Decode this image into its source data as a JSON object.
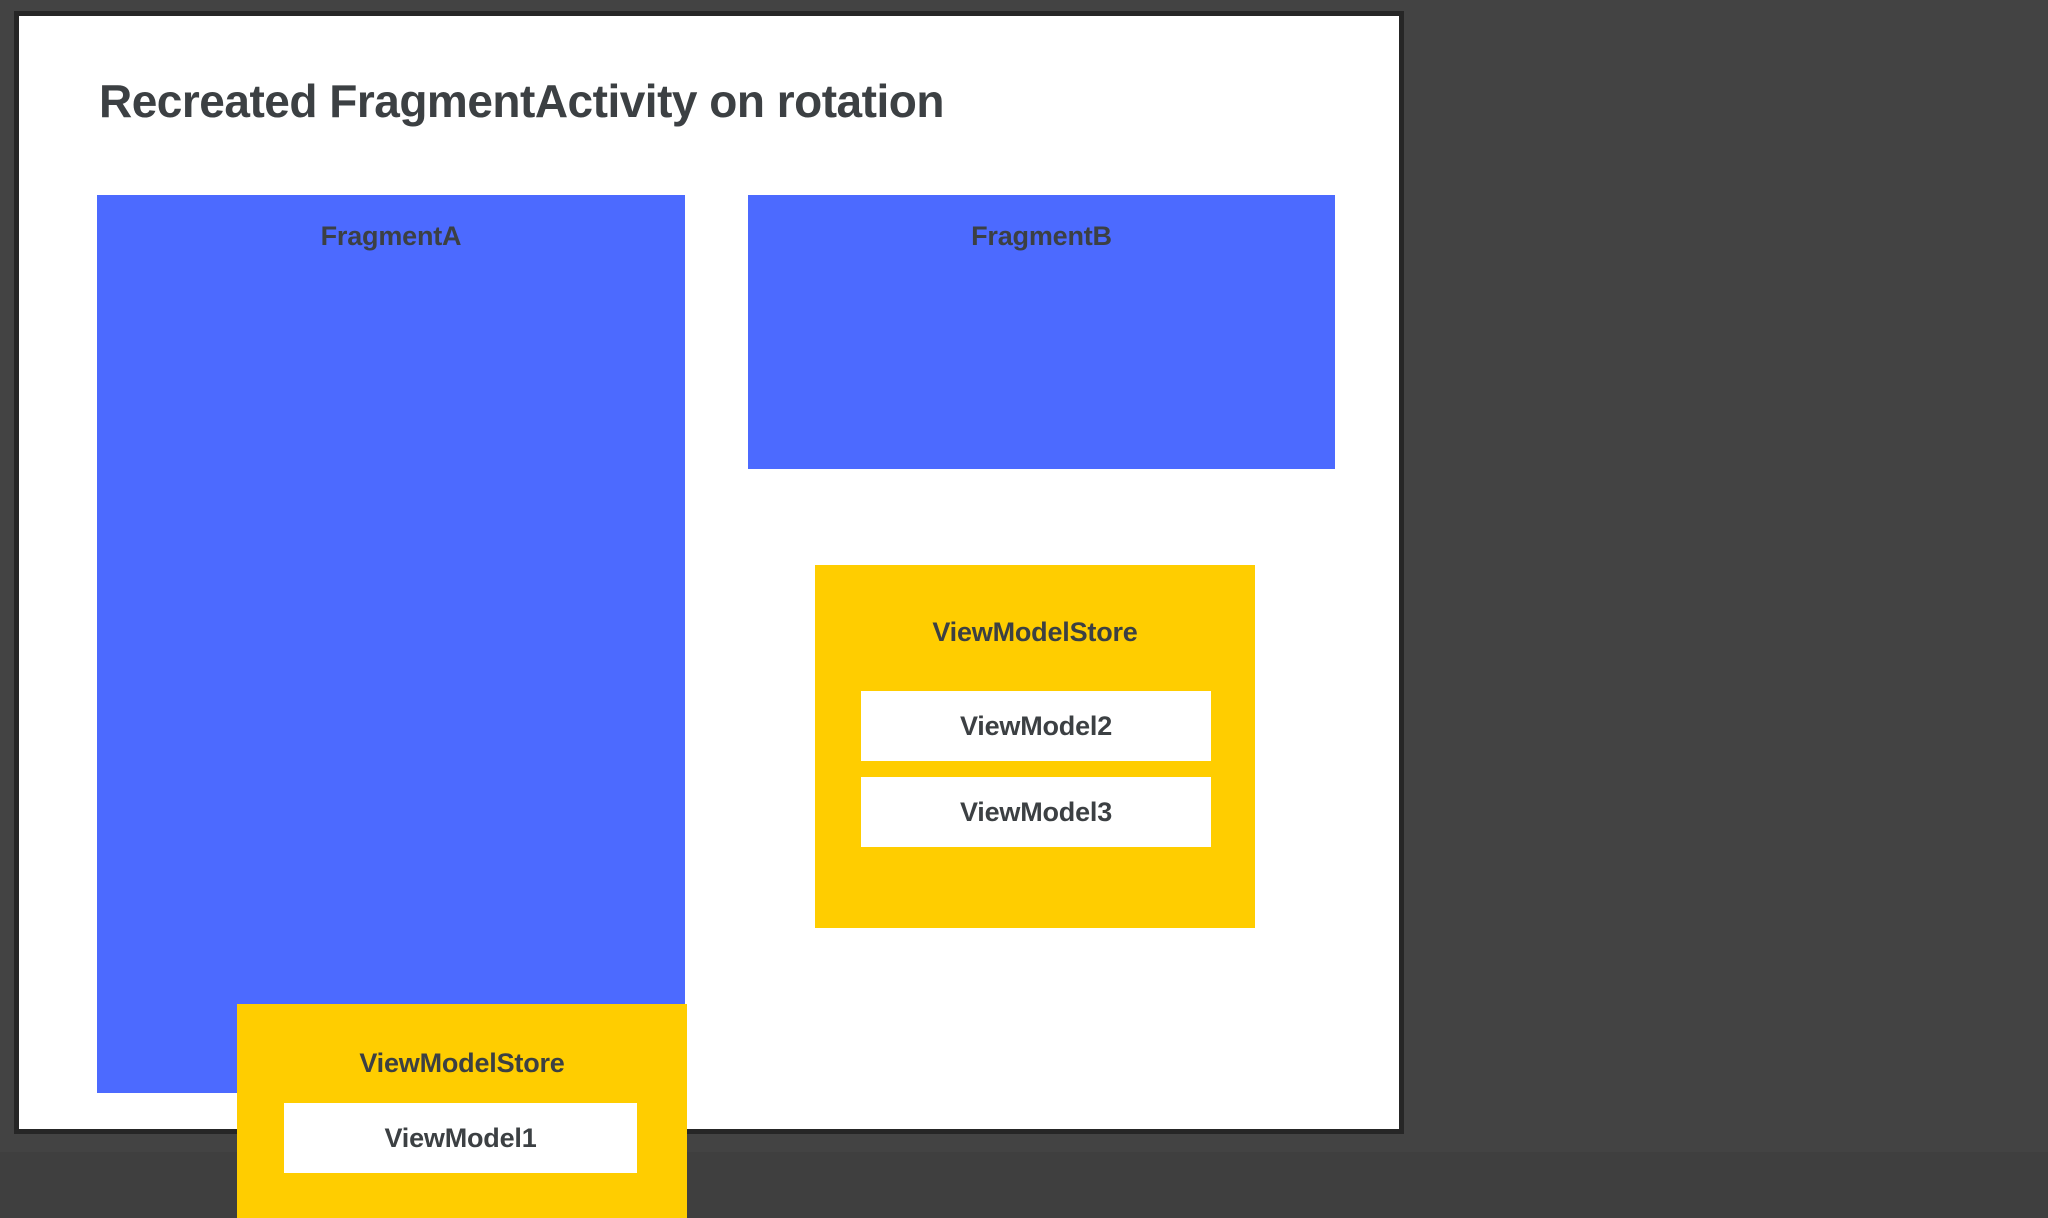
{
  "slide": {
    "title": "Recreated FragmentActivity on rotation",
    "background_color": "#ffffff",
    "border_color": "#262626",
    "canvas_color": "#434343"
  },
  "colors": {
    "fragment_blue": "#4c6aff",
    "store_yellow": "#ffcd00",
    "viewmodel_white": "#ffffff",
    "text_dark": "#3c4043"
  },
  "fragments": [
    {
      "id": "fragment-a",
      "label": "FragmentA",
      "store": {
        "label": "ViewModelStore",
        "viewmodels": [
          {
            "label": "ViewModel1"
          }
        ]
      }
    },
    {
      "id": "fragment-b",
      "label": "FragmentB",
      "store": null
    }
  ],
  "standalone_store": {
    "label": "ViewModelStore",
    "viewmodels": [
      {
        "label": "ViewModel2"
      },
      {
        "label": "ViewModel3"
      }
    ]
  }
}
